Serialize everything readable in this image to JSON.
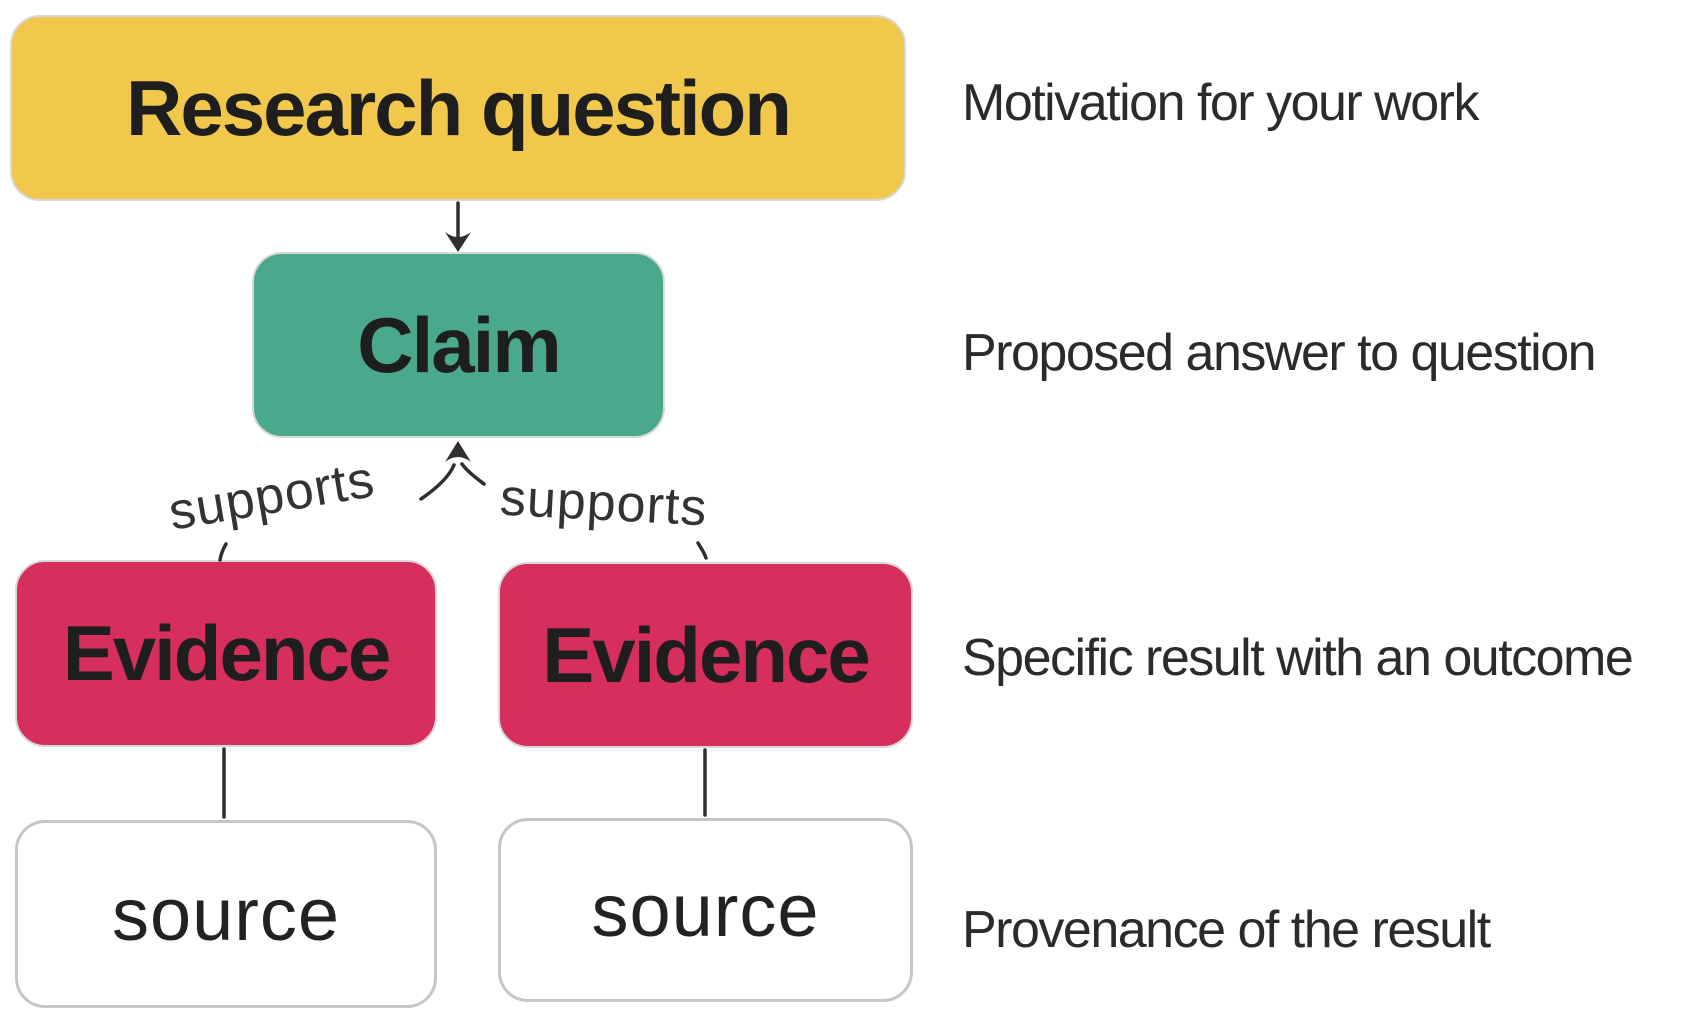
{
  "diagram": {
    "background_color": "#ffffff",
    "arrow_color": "#2f2f2f",
    "nodes": [
      {
        "id": "research-question",
        "label": "Research question",
        "color": "#F2C84C",
        "text_color": "#1e1e1e"
      },
      {
        "id": "claim",
        "label": "Claim",
        "color": "#4AA98C",
        "text_color": "#1e1e1e"
      },
      {
        "id": "evidence-1",
        "label": "Evidence",
        "color": "#D62F5E",
        "text_color": "#1e1e1e"
      },
      {
        "id": "evidence-2",
        "label": "Evidence",
        "color": "#D62F5E",
        "text_color": "#1e1e1e"
      },
      {
        "id": "source-1",
        "label": "source",
        "color": "#ffffff",
        "text_color": "#222222"
      },
      {
        "id": "source-2",
        "label": "source",
        "color": "#ffffff",
        "text_color": "#222222"
      }
    ],
    "edge_labels": [
      {
        "id": "supports-left",
        "label": "supports"
      },
      {
        "id": "supports-right",
        "label": "supports"
      }
    ],
    "annotations": [
      {
        "id": "motivation",
        "text": "Motivation for your work"
      },
      {
        "id": "proposed",
        "text": "Proposed answer to question"
      },
      {
        "id": "specific",
        "text": "Specific result with an outcome"
      },
      {
        "id": "provenance",
        "text": "Provenance of the result"
      }
    ]
  }
}
